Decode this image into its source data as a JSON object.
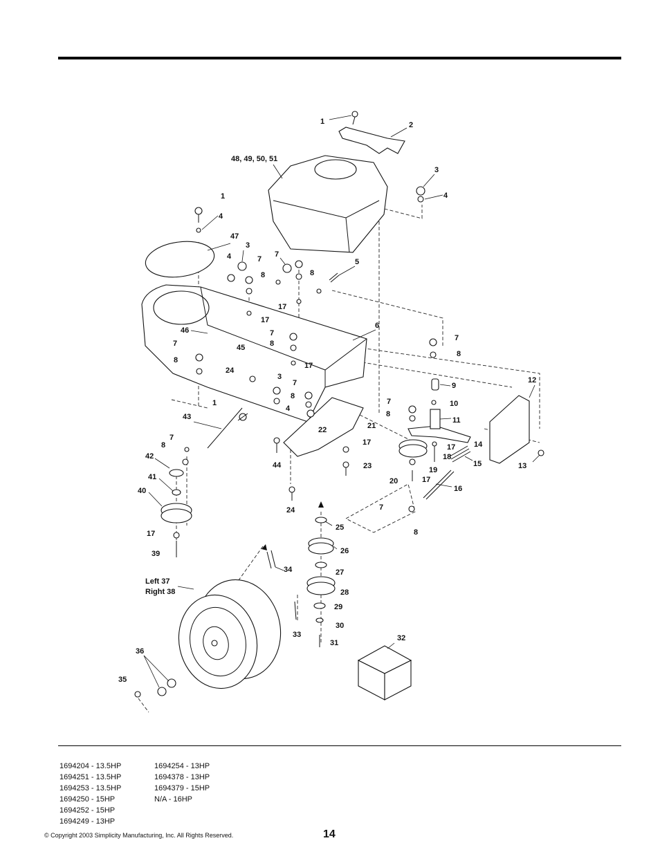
{
  "diagram": {
    "callouts": {
      "c1a": "1",
      "c2": "2",
      "c48": "48, 49, 50, 51",
      "c3a": "3",
      "c4a": "4",
      "c1b": "1",
      "c4b": "4",
      "c47": "47",
      "c3b": "3",
      "c4c": "4",
      "c7a": "7",
      "c8a": "8",
      "c7b": "7",
      "c8b": "8",
      "c5": "5",
      "c17a": "17",
      "c17b": "17",
      "c6": "6",
      "c46": "46",
      "c7c": "7",
      "c8c": "8",
      "c45": "45",
      "c7d": "7",
      "c8d": "8",
      "c17c": "17",
      "c24a": "24",
      "c3c": "3",
      "c7e": "7",
      "c8e": "8",
      "c4d": "4",
      "c22": "22",
      "c1c": "1",
      "c43": "43",
      "c7f": "7",
      "c8f": "8",
      "c21": "21",
      "c17d": "17",
      "c44": "44",
      "c23": "23",
      "c7g": "7",
      "c8g": "8",
      "c9": "9",
      "c12": "12",
      "c7h": "7",
      "c10": "10",
      "c8h": "8",
      "c11": "11",
      "c17e": "17",
      "c14": "14",
      "c18": "18",
      "c15": "15",
      "c13": "13",
      "c17f": "17",
      "c19": "19",
      "c20": "20",
      "c16": "16",
      "c42": "42",
      "c41": "41",
      "c40": "40",
      "c24b": "24",
      "c7i": "7",
      "c8i": "8",
      "c25": "25",
      "c17g": "17",
      "c39": "39",
      "c26": "26",
      "c34": "34",
      "c27": "27",
      "c37": "Left 37",
      "c38": "Right 38",
      "c28": "28",
      "c29": "29",
      "c30": "30",
      "c33": "33",
      "c31": "31",
      "c32": "32",
      "c36": "36",
      "c35": "35"
    }
  },
  "models": {
    "col1": [
      "1694204 - 13.5HP",
      "1694251 - 13.5HP",
      "1694253 - 13.5HP",
      "1694250 - 15HP",
      "1694252 - 15HP",
      "1694249 - 13HP"
    ],
    "col2": [
      "1694254 - 13HP",
      "1694378 - 13HP",
      "1694379 - 15HP",
      "N/A - 16HP"
    ]
  },
  "footer": {
    "copyright": "© Copyright 2003 Simplicity Manufacturing, Inc. All Rights Reserved.",
    "page_number": "14"
  }
}
